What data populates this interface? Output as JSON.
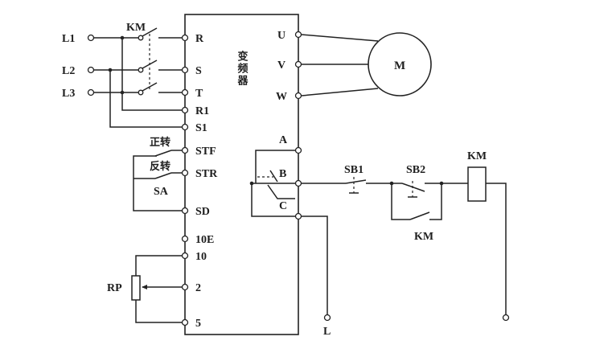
{
  "inverter": {
    "title": "变频器"
  },
  "supply": {
    "l1": "L1",
    "l2": "L2",
    "l3": "L3"
  },
  "left_terminals": {
    "r": "R",
    "s": "S",
    "t": "T",
    "r1": "R1",
    "s1": "S1",
    "stf": "STF",
    "str": "STR",
    "sd": "SD",
    "t10e": "10E",
    "t10": "10",
    "t2": "2",
    "t5": "5"
  },
  "right_terminals": {
    "u": "U",
    "v": "V",
    "w": "W",
    "a": "A",
    "b": "B",
    "c": "C"
  },
  "motor": {
    "label": "M"
  },
  "contactor": {
    "main_label": "KM",
    "coil_label": "KM",
    "aux_label": "KM"
  },
  "switches": {
    "forward": "正转",
    "reverse": "反转",
    "selector": "SA"
  },
  "buttons": {
    "sb1": "SB1",
    "sb2": "SB2"
  },
  "pot": {
    "label": "RP"
  },
  "bottom_terminal": {
    "label": "L"
  }
}
